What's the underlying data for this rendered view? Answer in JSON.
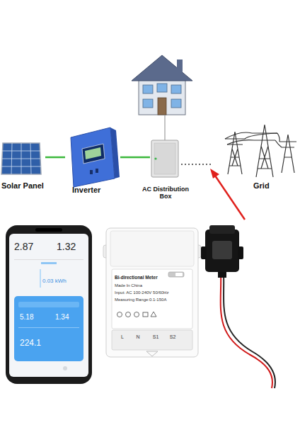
{
  "diagram": {
    "nodes": [
      {
        "text": [
          "Solar Panel"
        ]
      },
      {
        "text": [
          "Inverter"
        ]
      },
      {
        "text": [
          "AC Distribution Box"
        ]
      },
      {
        "text": [
          "Grid"
        ]
      },
      {
        "text": [
          "2.87",
          "1.32",
          "0.03 kWh",
          "5.18",
          "1.34",
          "224.1"
        ]
      },
      {
        "text": [
          "Bi-directional Meter",
          "Made In China",
          "Input: AC 100-240V 50/60Hz",
          "Measuring Range:0.1-150A",
          "L",
          "N",
          "S1",
          "S2"
        ]
      }
    ],
    "edges": [
      {
        "from": 0,
        "to": 1,
        "arrow": "none"
      },
      {
        "from": 1,
        "to": 2,
        "arrow": "none"
      },
      {
        "from": 2,
        "to": 3,
        "arrow": "none"
      }
    ]
  }
}
